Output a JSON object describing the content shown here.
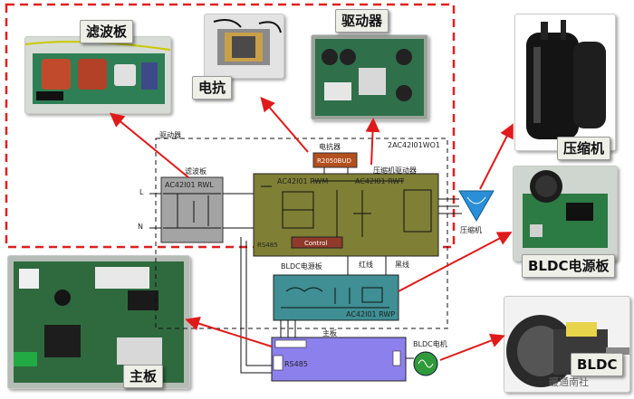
{
  "labels": {
    "lvbo_callout": "滤波板",
    "diankang_callout": "电抗",
    "qudong_callout": "驱动器",
    "yasuoji_callout": "压缩机",
    "bldc_power_callout": "BLDC电源板",
    "zhuban_callout": "主板",
    "bldc_callout": "BLDC",
    "driver_group": "驱动器",
    "driver_model": "2AC42I01WO1",
    "reactor": "电抗器",
    "reactor_part": "R2050BUD",
    "filter_board": "滤波板",
    "filter_part": "AC42I01 RWL",
    "line_L": "L",
    "line_N": "N",
    "rwm": "AC42I01 RWM",
    "rwt": "AC42I01 RWT",
    "comp_driver": "压缩机驱动器",
    "rs485_top": "RS485",
    "control": "Control",
    "compressor": "压缩机",
    "bldc_power_board": "BLDC电源板",
    "red_wire": "红线",
    "black_wire": "黑线",
    "rwp": "AC42I01 RWP",
    "main_board": "主板",
    "rs485_bottom": "RS485",
    "bldc_motor": "BLDC电机",
    "watermark": "暖通南社"
  },
  "colors": {
    "red_dash": "#e02020",
    "driver_board": "#7f7f36",
    "filter_board": "#a4a4a4",
    "bldc_power_board": "#3f8f94",
    "main_board": "#8c80ec",
    "reactor": "#b2501e",
    "arrow": "#e01a1a",
    "motor": "#2f9a3a",
    "compressor_symbol": "#2a8fd6"
  }
}
